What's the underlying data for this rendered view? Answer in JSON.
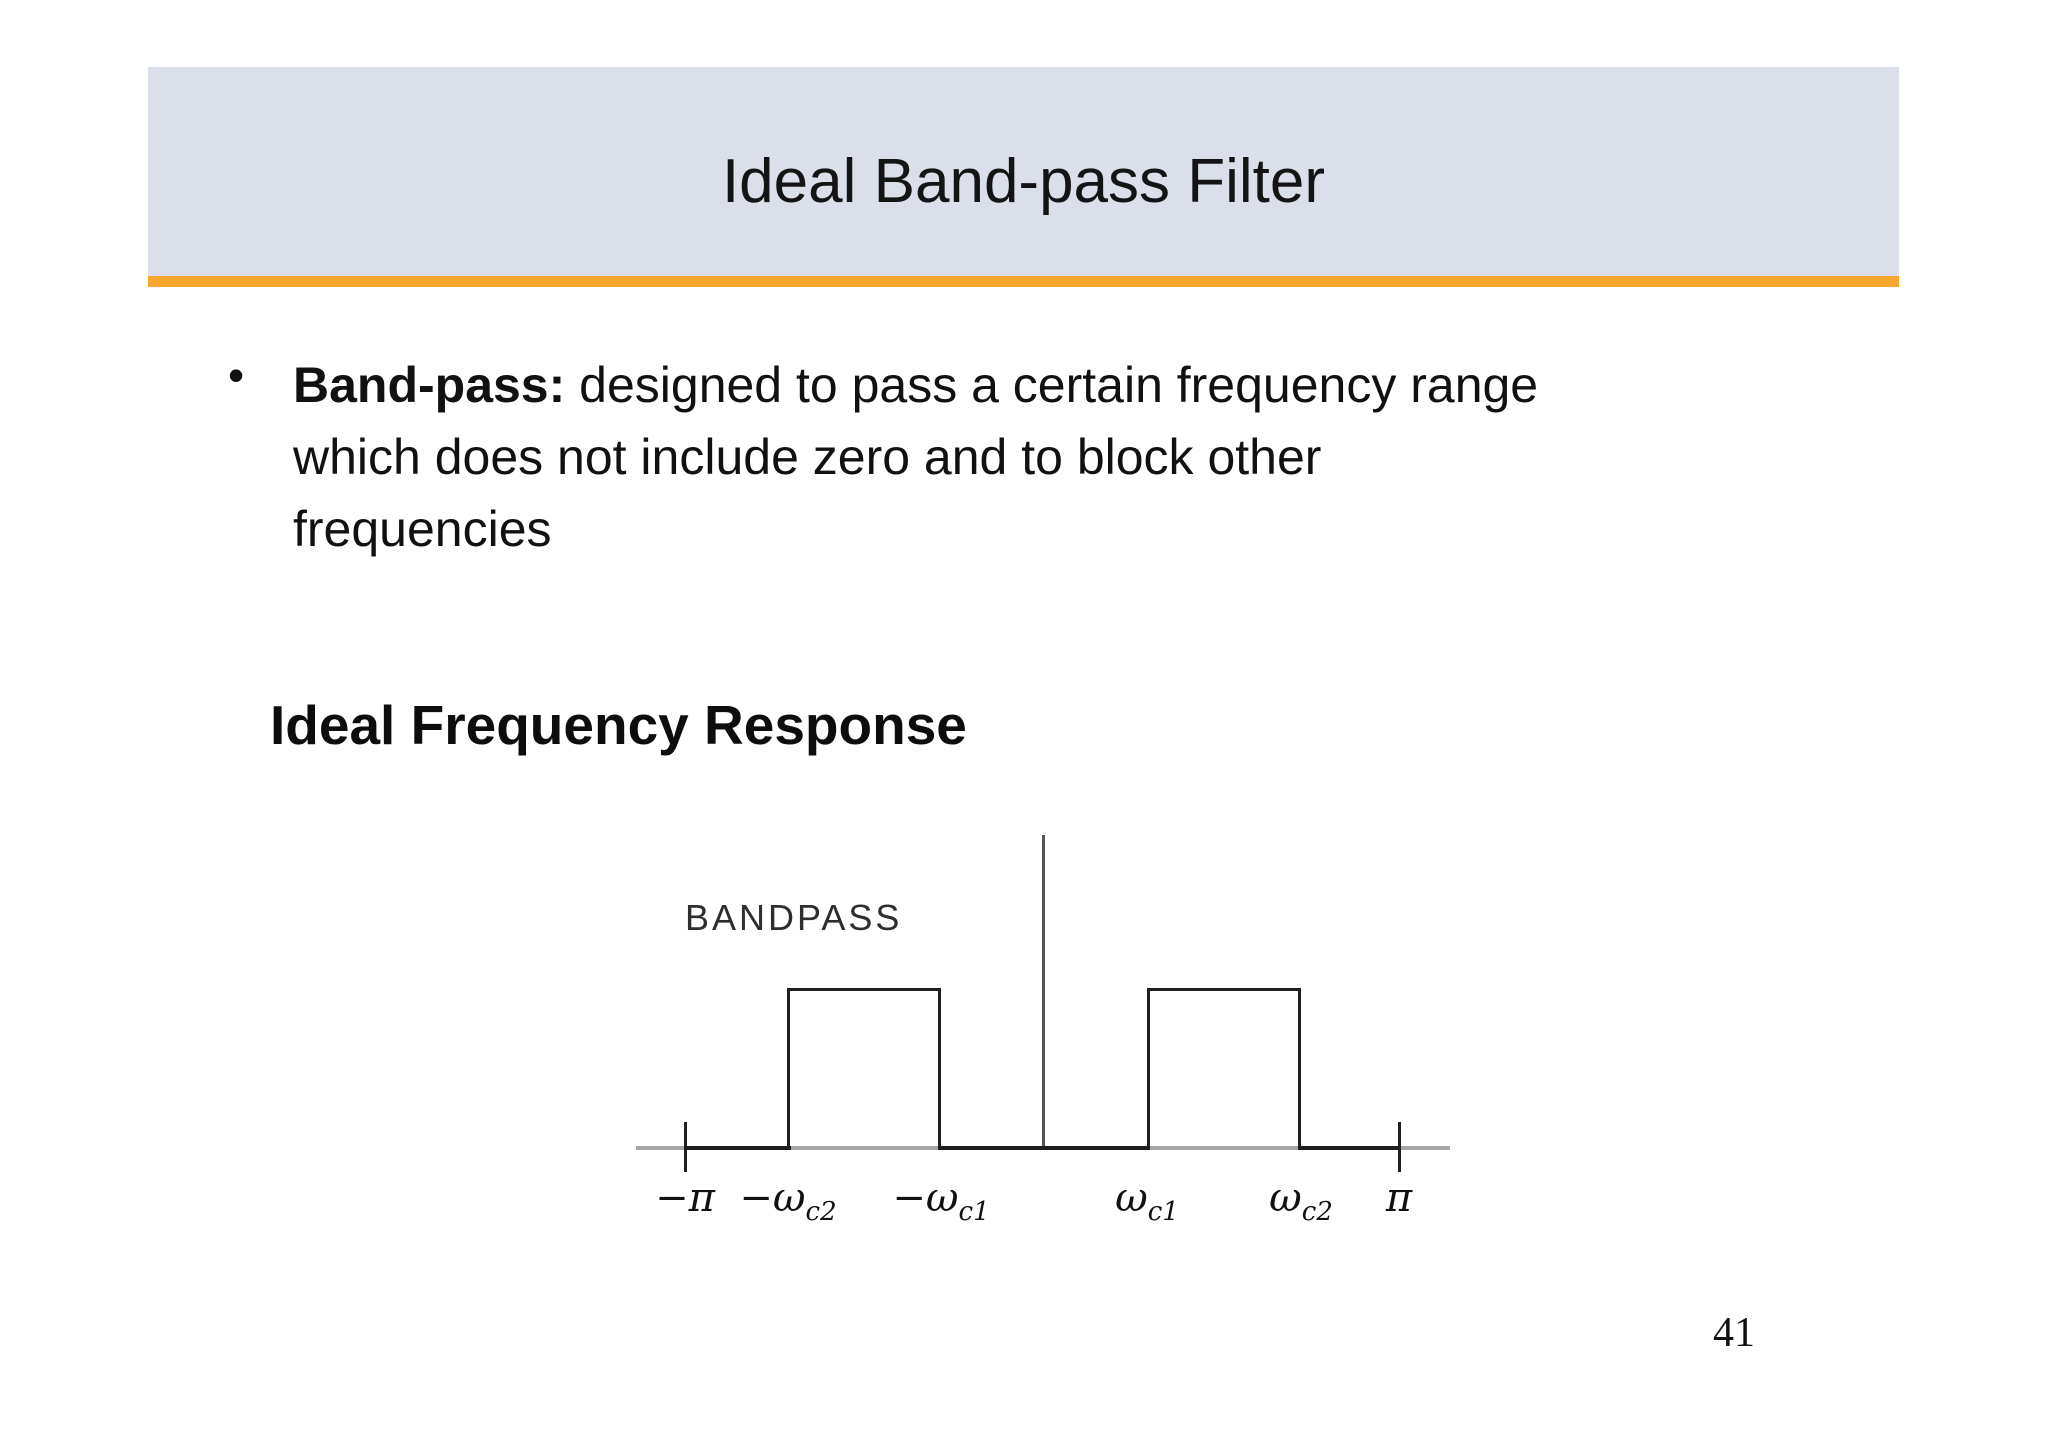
{
  "slide": {
    "title": "Ideal Band-pass Filter",
    "bullet": {
      "marker": "•",
      "line1_bold": "Band-pass:",
      "line1_rest": " designed to pass a certain frequency range",
      "line2": "which does not include zero and to block other",
      "line3": "frequencies"
    },
    "subheading": "Ideal Frequency Response",
    "page_number": "41"
  },
  "diagram": {
    "label": "BANDPASS",
    "axis_labels": [
      {
        "main": "−π",
        "sub": ""
      },
      {
        "main": "−ω",
        "sub": "c2"
      },
      {
        "main": "−ω",
        "sub": "c1"
      },
      {
        "main": "ω",
        "sub": "c1"
      },
      {
        "main": "ω",
        "sub": "c2"
      },
      {
        "main": "π",
        "sub": ""
      }
    ],
    "description": "Ideal band-pass magnitude response: 1 for ωc1 ≤ |ω| ≤ ωc2, 0 elsewhere between −π and π"
  },
  "colors": {
    "header_bg": "#dadfe9",
    "accent_orange": "#faa62f",
    "axis_gray": "#a6a6a6",
    "line_black": "#1f1f1f",
    "text": "#111111"
  }
}
